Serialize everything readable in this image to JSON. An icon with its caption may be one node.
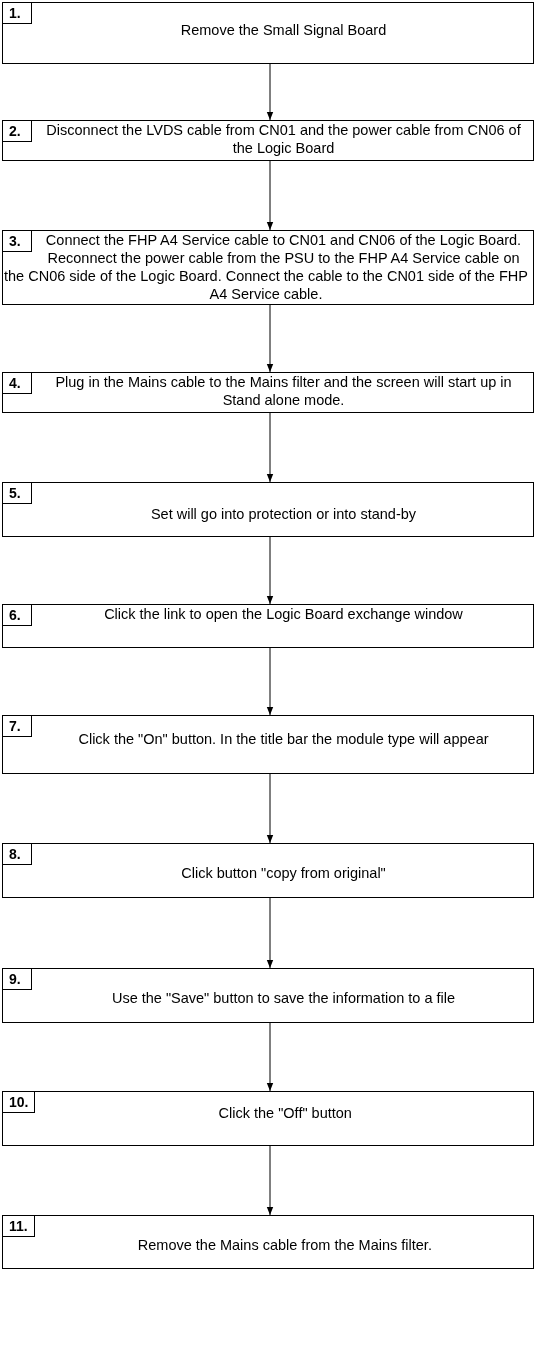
{
  "diagram": {
    "nodes": [
      {
        "text": [
          "Remove the Small Signal Board"
        ]
      },
      {
        "text": [
          "1."
        ],
        "in": 0
      },
      {
        "text": [
          "Disconnect the LVDS cable from CN01 and the power cable from CN06 of the Logic Board"
        ]
      },
      {
        "text": [
          "2."
        ],
        "in": 2
      },
      {
        "text": [
          "Connect the FHP A4 Service cable to CN01 and CN06 of the Logic Board. Reconnect the power cable from the PSU to the FHP A4 Service cable on the CN06 side of the Logic Board. Connect the cable to the CN01 side of the FHP A4 Service cable."
        ]
      },
      {
        "text": [
          "3."
        ],
        "in": 4
      },
      {
        "text": [
          "Plug in the Mains cable to the Mains filter and the screen will start up in Stand alone mode."
        ]
      },
      {
        "text": [
          "4."
        ],
        "in": 6
      },
      {
        "text": [
          "Set will go into protection or into stand-by"
        ]
      },
      {
        "text": [
          "5."
        ],
        "in": 8
      },
      {
        "text": [
          "Click the link to open the Logic Board exchange window"
        ]
      },
      {
        "text": [
          "6."
        ],
        "in": 10
      },
      {
        "text": [
          "Click the \"On\" button. In the title  bar the module type will appear"
        ]
      },
      {
        "text": [
          "7."
        ],
        "in": 12
      },
      {
        "text": [
          "Click button \"copy from original\""
        ]
      },
      {
        "text": [
          "8."
        ],
        "in": 14
      },
      {
        "text": [
          "Use the \"Save\" button to save the information to a file"
        ]
      },
      {
        "text": [
          "9."
        ],
        "in": 16
      },
      {
        "text": [
          "Click the \"Off\"  button"
        ]
      },
      {
        "text": [
          "10."
        ],
        "in": 18
      },
      {
        "text": [
          "Remove the Mains cable from the Mains filter."
        ]
      },
      {
        "text": [
          "11."
        ],
        "in": 20
      }
    ],
    "edges": [
      {
        "from": 0,
        "to": 2,
        "arrow": "to"
      },
      {
        "from": 2,
        "to": 4,
        "arrow": "to"
      },
      {
        "from": 4,
        "to": 6,
        "arrow": "to"
      },
      {
        "from": 6,
        "to": 8,
        "arrow": "to"
      },
      {
        "from": 8,
        "to": 10,
        "arrow": "to"
      },
      {
        "from": 10,
        "to": 12,
        "arrow": "to"
      },
      {
        "from": 12,
        "to": 14,
        "arrow": "to"
      },
      {
        "from": 14,
        "to": 16,
        "arrow": "to"
      },
      {
        "from": 16,
        "to": 18,
        "arrow": "to"
      },
      {
        "from": 18,
        "to": 20,
        "arrow": "to"
      }
    ]
  }
}
